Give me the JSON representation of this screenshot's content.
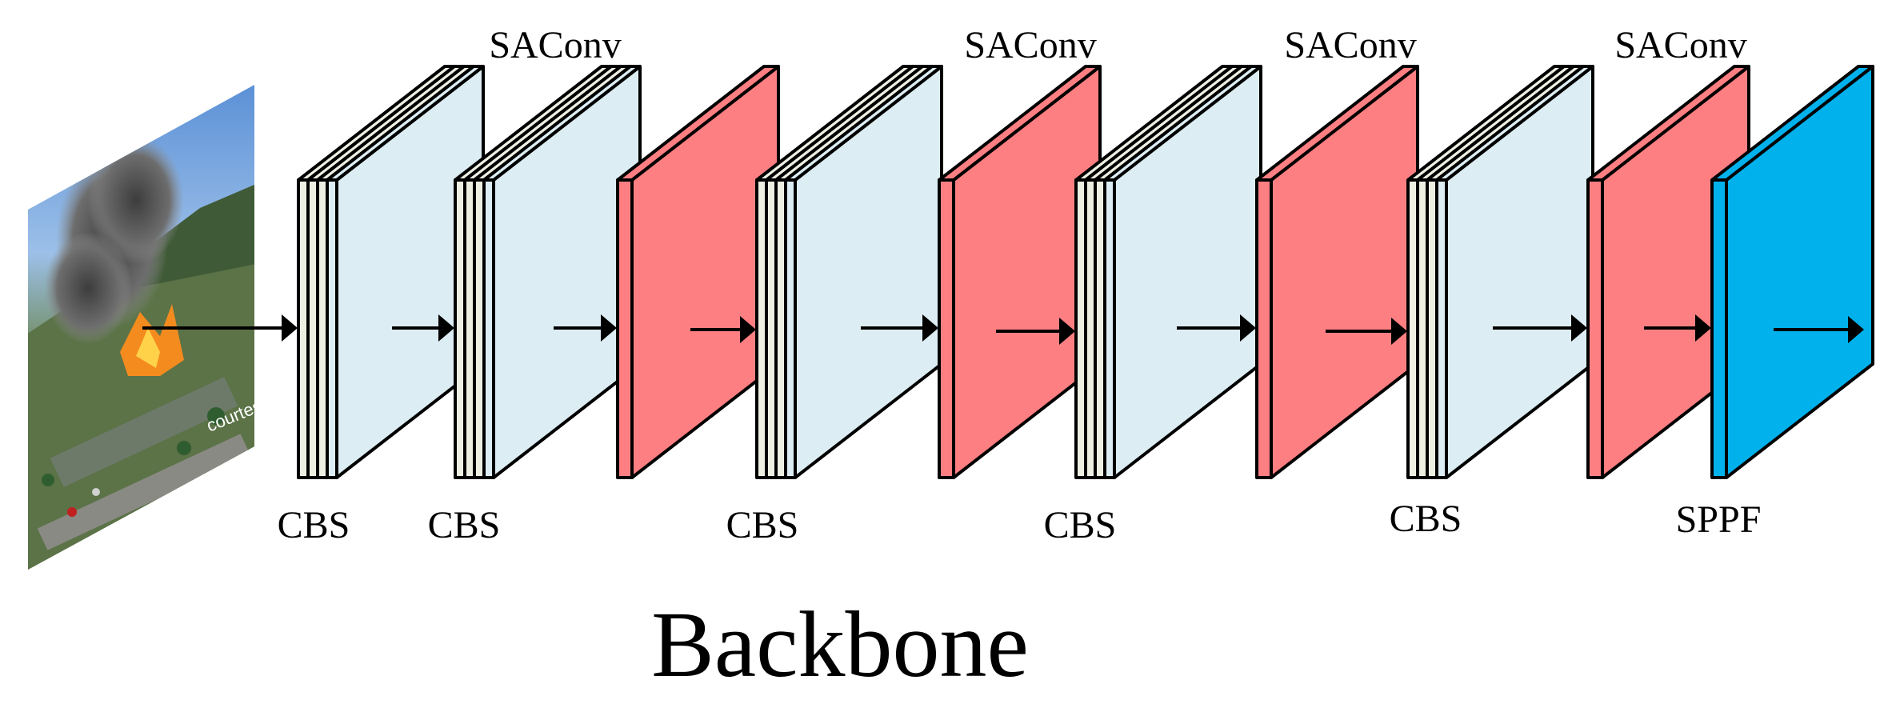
{
  "title": "Backbone",
  "input_image": {
    "description_text": "courtesy"
  },
  "colors": {
    "cbs_front": "#dcedf3",
    "cbs_edge": "#ecefe2",
    "saconv": "#fe7f82",
    "sppf": "#00b1ec",
    "stroke": "#000000"
  },
  "blocks": [
    {
      "type": "cbs",
      "label": "CBS"
    },
    {
      "type": "cbs",
      "label": "CBS"
    },
    {
      "type": "saconv",
      "label": "SAConv"
    },
    {
      "type": "cbs",
      "label": "CBS"
    },
    {
      "type": "saconv",
      "label": "SAConv"
    },
    {
      "type": "cbs",
      "label": "CBS"
    },
    {
      "type": "saconv",
      "label": "SAConv"
    },
    {
      "type": "cbs",
      "label": "CBS"
    },
    {
      "type": "saconv",
      "label": "SAConv"
    },
    {
      "type": "sppf",
      "label": "SPPF"
    }
  ]
}
